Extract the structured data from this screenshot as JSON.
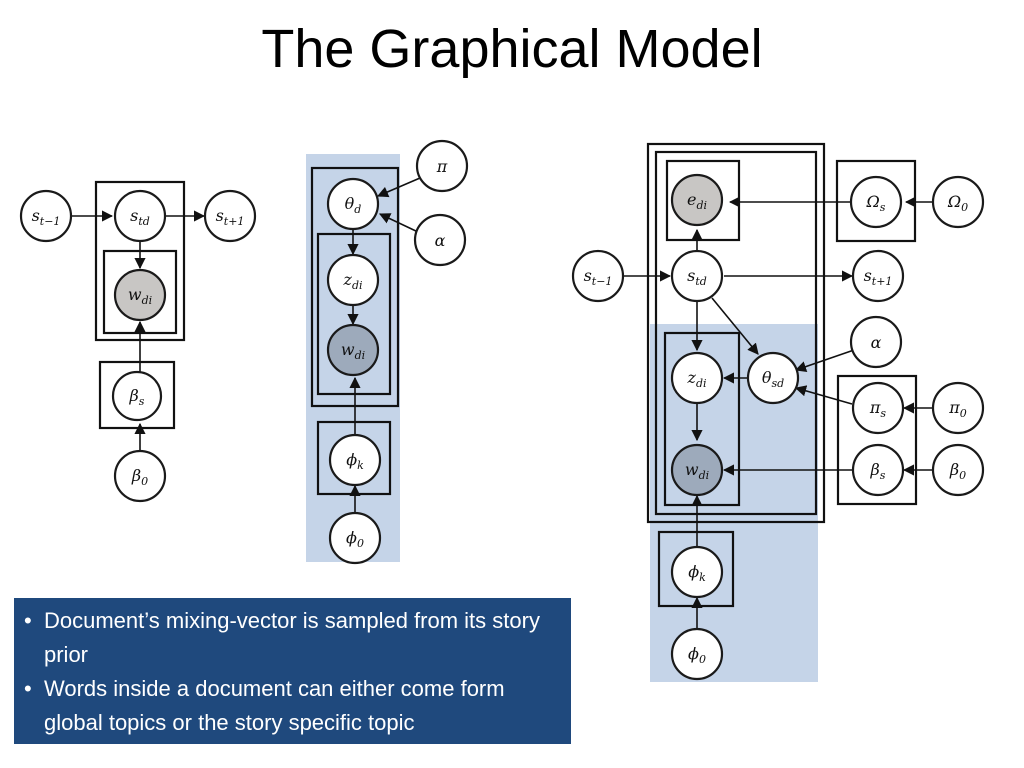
{
  "title": "The Graphical Model",
  "callout": {
    "bullets": [
      "Document’s mixing-vector is sampled from its story prior",
      "Words inside a document can either come form global topics or the story specific topic"
    ]
  },
  "diagrams": {
    "left": {
      "nodes": {
        "s_prev": {
          "base": "s",
          "sub": "t−1"
        },
        "s_td": {
          "base": "s",
          "sub": "td"
        },
        "s_next": {
          "base": "s",
          "sub": "t+1"
        },
        "w_di": {
          "base": "w",
          "sub": "di"
        },
        "beta_s": {
          "base": "β",
          "sub": "s"
        },
        "beta_0": {
          "base": "β",
          "sub": "0"
        }
      }
    },
    "middle": {
      "nodes": {
        "pi": {
          "base": "π",
          "sub": ""
        },
        "alpha": {
          "base": "α",
          "sub": ""
        },
        "theta_d": {
          "base": "θ",
          "sub": "d"
        },
        "z_di": {
          "base": "z",
          "sub": "di"
        },
        "w_di": {
          "base": "w",
          "sub": "di"
        },
        "phi_k": {
          "base": "ϕ",
          "sub": "k"
        },
        "phi_0": {
          "base": "ϕ",
          "sub": "0"
        }
      }
    },
    "right": {
      "nodes": {
        "e_di": {
          "base": "e",
          "sub": "di"
        },
        "Omega_s": {
          "base": "Ω",
          "sub": "s"
        },
        "Omega_0": {
          "base": "Ω",
          "sub": "0"
        },
        "s_prev": {
          "base": "s",
          "sub": "t−1"
        },
        "s_td": {
          "base": "s",
          "sub": "td"
        },
        "s_next": {
          "base": "s",
          "sub": "t+1"
        },
        "alpha": {
          "base": "α",
          "sub": ""
        },
        "theta_sd": {
          "base": "θ",
          "sub": "sd"
        },
        "z_di": {
          "base": "z",
          "sub": "di"
        },
        "w_di": {
          "base": "w",
          "sub": "di"
        },
        "pi_s": {
          "base": "π",
          "sub": "s"
        },
        "pi_0": {
          "base": "π",
          "sub": "0"
        },
        "beta_s": {
          "base": "β",
          "sub": "s"
        },
        "beta_0": {
          "base": "β",
          "sub": "0"
        },
        "phi_k": {
          "base": "ϕ",
          "sub": "k"
        },
        "phi_0": {
          "base": "ϕ",
          "sub": "0"
        }
      }
    }
  }
}
